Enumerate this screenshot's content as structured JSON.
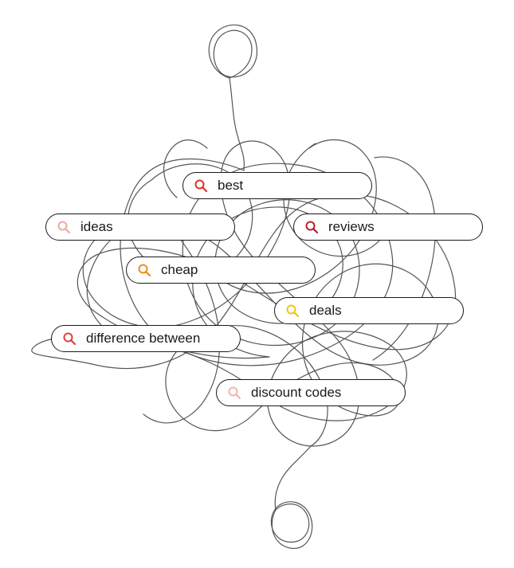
{
  "pills": [
    {
      "id": "best",
      "label": "best",
      "icon": "search-icon",
      "icon_color": "#d9332a"
    },
    {
      "id": "ideas",
      "label": "ideas",
      "icon": "search-icon",
      "icon_color": "#f0a8a2"
    },
    {
      "id": "reviews",
      "label": "reviews",
      "icon": "search-icon",
      "icon_color": "#b8202a"
    },
    {
      "id": "cheap",
      "label": "cheap",
      "icon": "search-icon",
      "icon_color": "#f08a1c"
    },
    {
      "id": "deals",
      "label": "deals",
      "icon": "search-icon",
      "icon_color": "#f2c418"
    },
    {
      "id": "difference",
      "label": "difference between",
      "icon": "search-icon",
      "icon_color": "#e0413a"
    },
    {
      "id": "discount",
      "label": "discount codes",
      "icon": "search-icon",
      "icon_color": "#f4b4ae"
    }
  ],
  "colors": {
    "line": "#555555",
    "pill_border": "#1a1a1a",
    "text": "#1a1a1a"
  }
}
